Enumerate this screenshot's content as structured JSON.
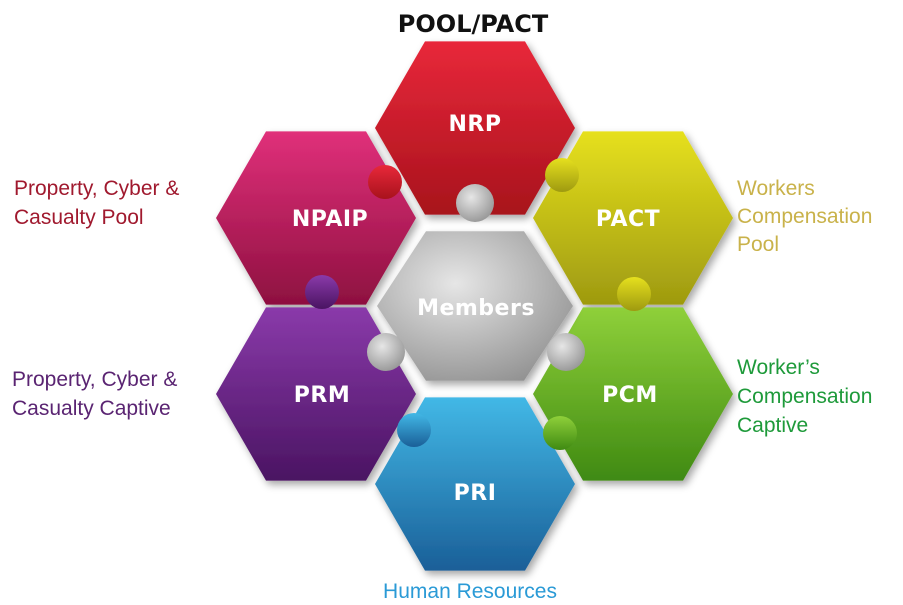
{
  "title": "POOL/PACT",
  "center": {
    "label": "Members",
    "color_light": "#e6e6e6",
    "color_dark": "#8a8a8a"
  },
  "pieces": {
    "nrp": {
      "label": "NRP",
      "color_light": "#e8283a",
      "color_dark": "#a8121c"
    },
    "pact": {
      "label": "PACT",
      "color_light": "#e6e01e",
      "color_dark": "#9e9a10"
    },
    "pcm": {
      "label": "PCM",
      "color_light": "#8fd03a",
      "color_dark": "#3f8a12"
    },
    "pri": {
      "label": "PRI",
      "color_light": "#42b8e6",
      "color_dark": "#1a5f98"
    },
    "prm": {
      "label": "PRM",
      "color_light": "#8a3aaa",
      "color_dark": "#4a1462"
    },
    "npaip": {
      "label": "NPAIP",
      "color_light": "#e0307a",
      "color_dark": "#8e1040"
    }
  },
  "captions": {
    "pool_left": {
      "lines": [
        "Property, Cyber &",
        "Casualty Pool"
      ],
      "color": "#a0192e"
    },
    "captive_left": {
      "lines": [
        "Property, Cyber &",
        "Casualty Captive"
      ],
      "color": "#5a2472"
    },
    "wc_pool": {
      "lines": [
        "Workers",
        "Compensation",
        "Pool"
      ],
      "color": "#c9b24a"
    },
    "wc_captive": {
      "lines": [
        "Worker’s",
        "Compensation",
        "Captive"
      ],
      "color": "#1e9a3a"
    },
    "hr": {
      "lines": [
        "Human Resources"
      ],
      "color": "#2a9ad6"
    }
  }
}
